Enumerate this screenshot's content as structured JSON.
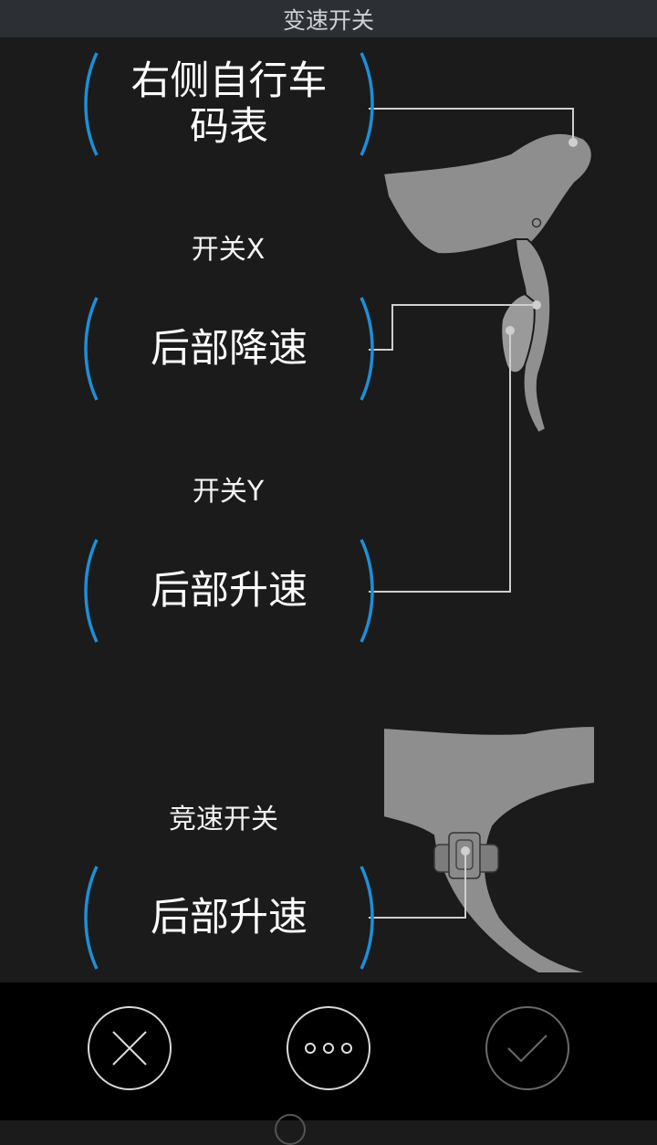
{
  "header": {
    "title": "变速开关"
  },
  "sections": [
    {
      "label": "",
      "value": "右侧自行车\n码表"
    },
    {
      "label": "开关X",
      "value": "后部降速"
    },
    {
      "label": "开关Y",
      "value": "后部升速"
    },
    {
      "label": "竞速开关",
      "value": "后部升速"
    }
  ],
  "footer": {
    "cancel_icon": "close-icon",
    "more_icon": "more-dots-icon",
    "confirm_icon": "check-icon"
  },
  "colors": {
    "accent_bracket": "#1e8fd8",
    "background": "#1b1b1b",
    "lever_gray": "#8c8c8c",
    "confirm_disabled": "#6a6a6a"
  }
}
